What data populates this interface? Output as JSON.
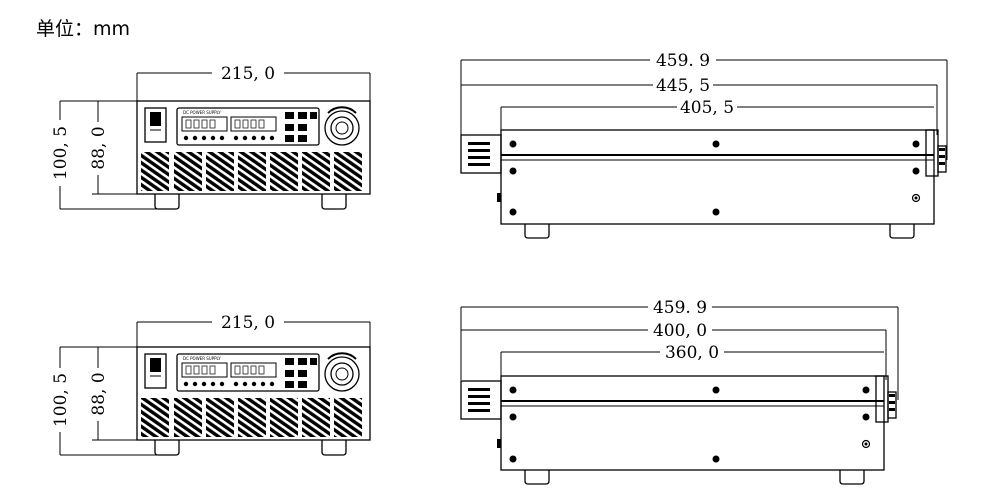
{
  "unit_label": "单位：mm",
  "views": [
    {
      "front": {
        "width": "215, 0",
        "height_total": "100, 5",
        "height_body": "88, 0",
        "panel_title": "DC POWER SUPPLY"
      },
      "side": {
        "overall": "459. 9",
        "mid": "445, 5",
        "body": "405, 5"
      }
    },
    {
      "front": {
        "width": "215, 0",
        "height_total": "100, 5",
        "height_body": "88, 0",
        "panel_title": "DC POWER SUPPLY"
      },
      "side": {
        "overall": "459. 9",
        "mid": "400, 0",
        "body": "360, 0"
      }
    }
  ]
}
